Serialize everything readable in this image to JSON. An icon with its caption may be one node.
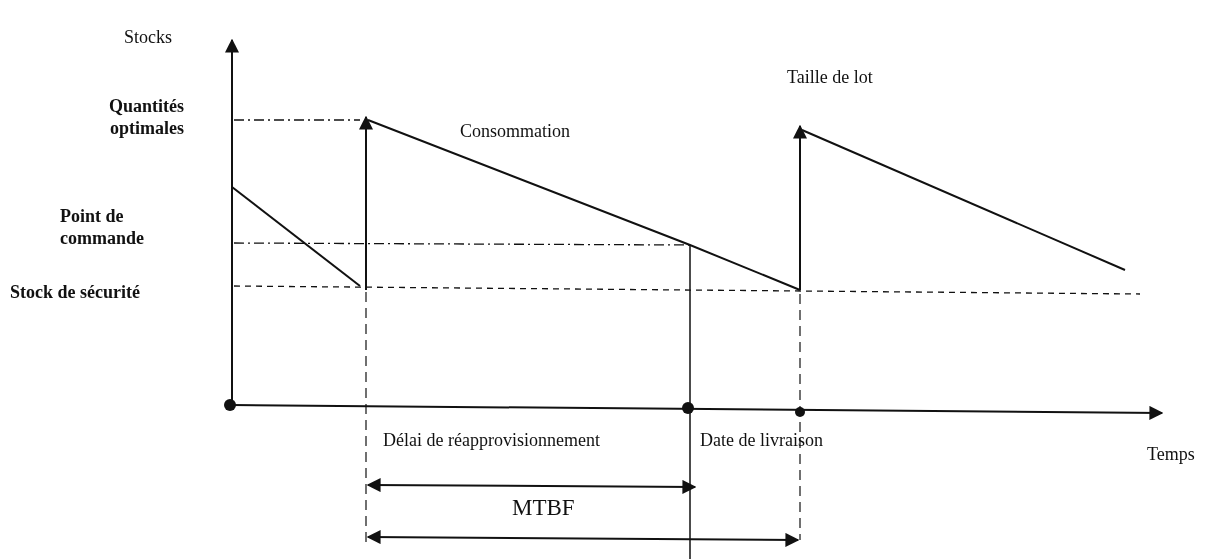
{
  "diagram": {
    "labels": [
      "Stocks",
      "Taille de lot",
      "Quantités optimales",
      "Consommation",
      "Point de commande",
      "Stock de sécurité",
      "Délai de réapprovisionnement",
      "Date de livraison",
      "Temps",
      "MTBF"
    ]
  }
}
